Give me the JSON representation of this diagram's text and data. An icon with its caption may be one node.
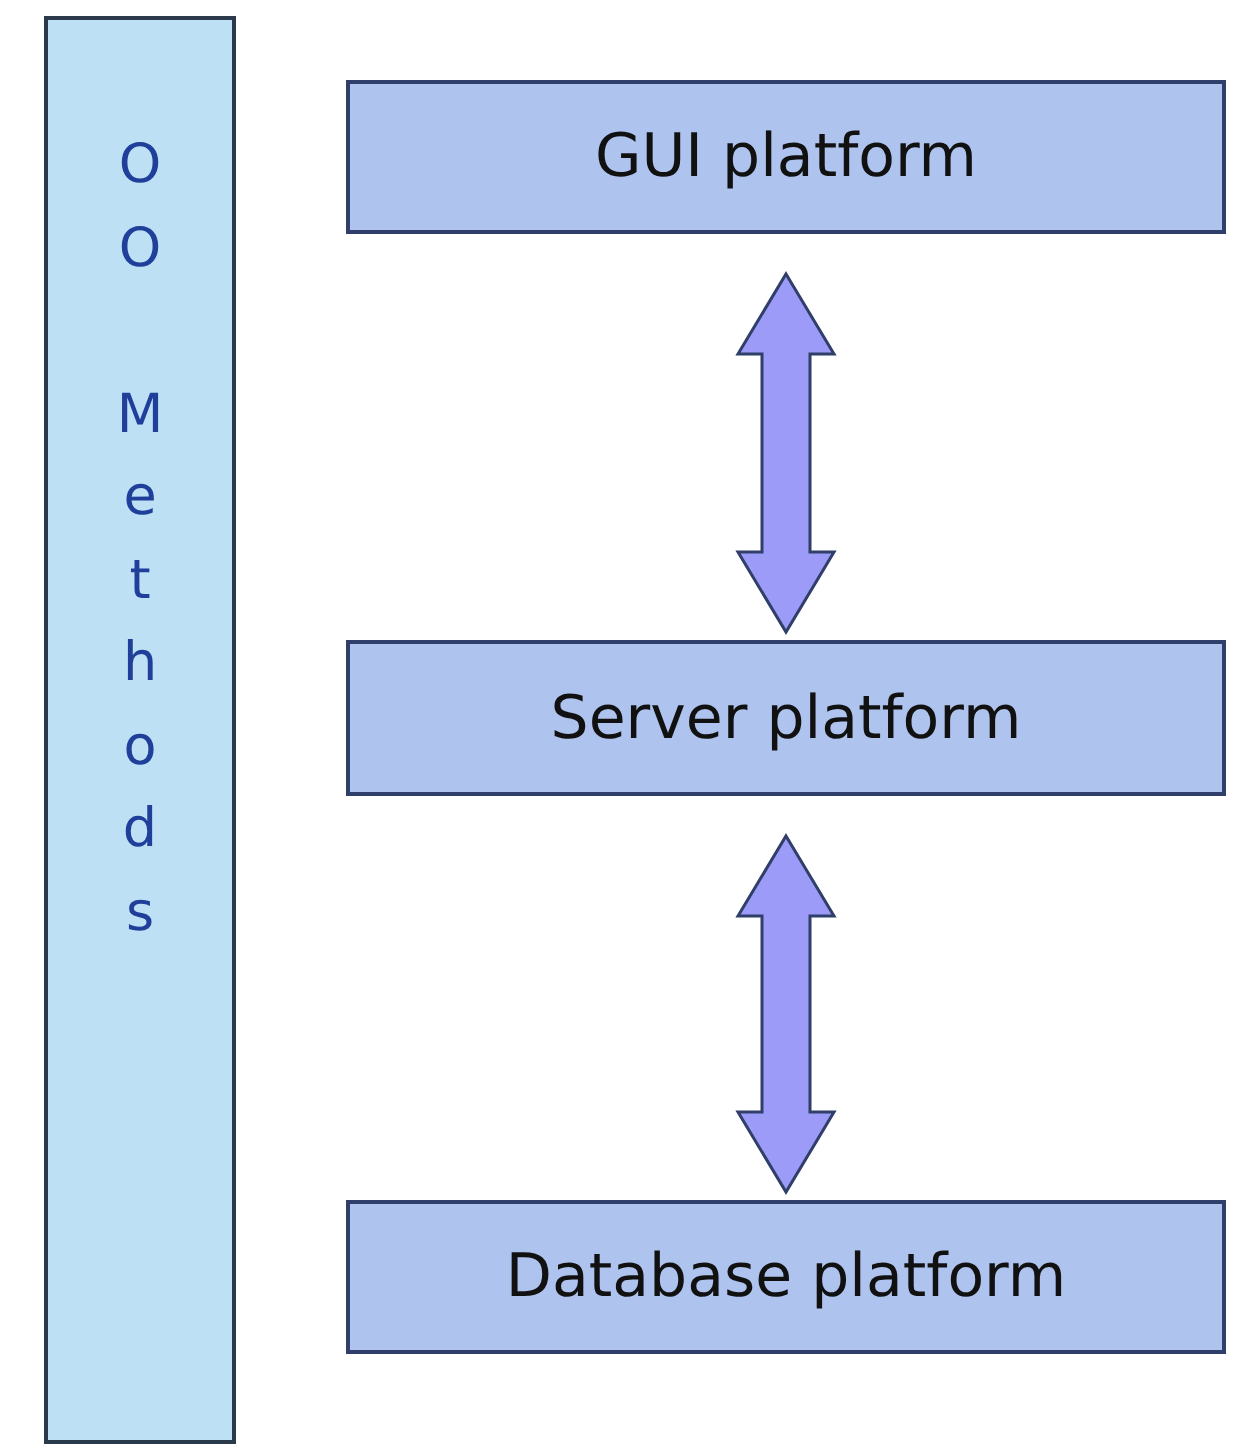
{
  "diagram": {
    "nodes": [
      {
        "text": [
          "OO Methods"
        ]
      },
      {
        "text": [
          "GUI platform"
        ]
      },
      {
        "text": [
          "Server platform"
        ]
      },
      {
        "text": [
          "Database platform"
        ]
      }
    ],
    "edges": [
      {
        "from": 1,
        "to": 2,
        "arrow": "both"
      },
      {
        "from": 2,
        "to": 3,
        "arrow": "both"
      }
    ]
  }
}
